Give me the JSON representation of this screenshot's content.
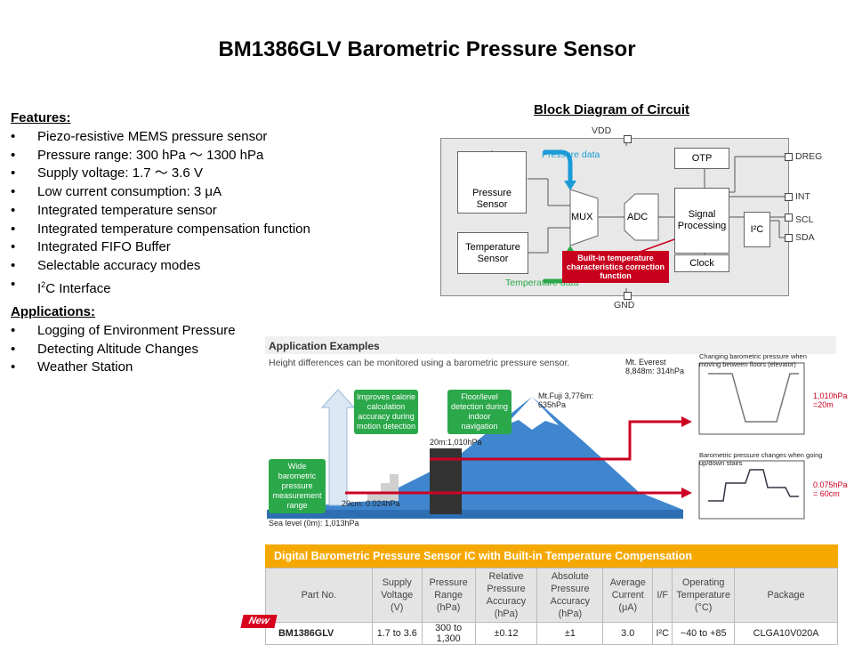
{
  "title": "BM1386GLV Barometric Pressure Sensor",
  "features": {
    "heading": "Features:",
    "items": [
      "Piezo-resistive  MEMS  pressure  sensor",
      "Pressure  range: 300  hPa  ～  1300  hPa",
      "Supply  voltage: 1.7  ～  3.6  V",
      "Low  current  consumption:  3 μA",
      "Integrated  temperature  sensor",
      "Integrated  temperature  compensation  function",
      "Integrated  FIFO  Buffer",
      "Selectable  accuracy  modes"
    ],
    "i2c_prefix": "I",
    "i2c_sup": "2",
    "i2c_suffix": "C Interface"
  },
  "applications": {
    "heading": "Applications:",
    "items": [
      "Logging  of  Environment  Pressure",
      "Detecting  Altitude  Changes",
      "Weather  Station"
    ]
  },
  "block_diagram": {
    "title": "Block  Diagram  of  Circuit",
    "vdd": "VDD",
    "gnd": "GND",
    "pressure_sensor": "Pressure Sensor",
    "temperature_sensor": "Temperature Sensor",
    "mux": "MUX",
    "adc": "ADC",
    "signal_processing": "Signal Processing",
    "otp": "OTP",
    "clock": "Clock",
    "i2c": "I²C",
    "pressure_data": "Pressure data",
    "temperature_data": "Temperature data",
    "correction": "Built-in temperature characteristics correction function",
    "pins": [
      "DREG",
      "INT",
      "SCL",
      "SDA"
    ]
  },
  "application_examples": {
    "heading": "Application Examples",
    "subtitle": "Height differences can be monitored using a barometric pressure sensor.",
    "callout_wide": "Wide barometric pressure measurement range",
    "callout_calorie": "Improves calorie calculation accuracy during motion detection",
    "callout_floor": "Floor/level detection during indoor navigation",
    "everest": "Mt. Everest 8,848m: 314hPa",
    "fuji": "Mt.Fuji 3,776m: 635hPa",
    "building": "20m:1,010hPa",
    "stairs": "20cm: 0.024hPa",
    "sea_level": "Sea level (0m): 1,013hPa",
    "graph1_title": "Changing barometric pressure when moving between floors (elevator)",
    "graph1_value": "1,010hPa =20m",
    "graph2_title": "Barometric pressure changes when going up/down stairs",
    "graph2_value": "0.075hPa = 60cm",
    "colors": {
      "arrow": "#cc0022",
      "callout": "#2ba84a",
      "mountain": "#4a8fd0"
    }
  },
  "spec_table": {
    "heading": "Digital Barometric Pressure Sensor IC with Built-in Temperature Compensation",
    "columns": [
      "Part No.",
      "Supply Voltage (V)",
      "Pressure Range (hPa)",
      "Relative Pressure Accuracy (hPa)",
      "Absolute Pressure Accuracy (hPa)",
      "Average Current (μA)",
      "I/F",
      "Operating Temperature (°C)",
      "Package"
    ],
    "row": [
      "BM1386GLV",
      "1.7 to 3.6",
      "300 to 1,300",
      "±0.12",
      "±1",
      "3.0",
      "I²C",
      "−40 to +85",
      "CLGA10V020A"
    ],
    "badge": "New",
    "header_color": "#f5a800"
  }
}
